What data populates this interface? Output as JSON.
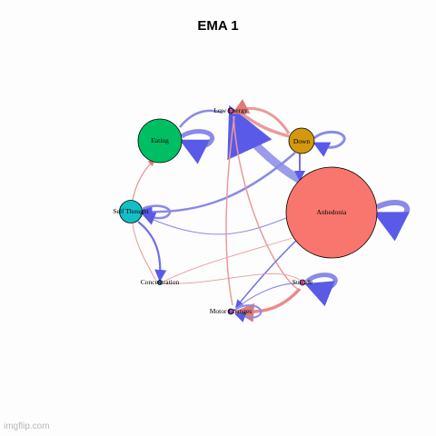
{
  "title": "EMA 1",
  "watermark": "imgflip.com",
  "colors": {
    "positive_edge": "#e88a8a",
    "negative_edge": "#6f6fe6",
    "eating": "#00bf63",
    "down": "#d4980e",
    "self_thought": "#13bfc7",
    "anhedonia": "#f8766d",
    "small_node": "#a050c0"
  },
  "nodes": [
    {
      "id": "eating",
      "label": "Eating",
      "color": "#00bf63"
    },
    {
      "id": "low_energy",
      "label": "Low Energy",
      "color": "#d65ab8"
    },
    {
      "id": "down",
      "label": "Down",
      "color": "#d4980e"
    },
    {
      "id": "self_thought",
      "label": "Self Thought",
      "color": "#13bfc7"
    },
    {
      "id": "anhedonia",
      "label": "Anhedonia",
      "color": "#f8766d"
    },
    {
      "id": "concentration",
      "label": "Concentration",
      "color": "#3a78c9"
    },
    {
      "id": "suicide",
      "label": "Suicide",
      "color": "#e25bb0"
    },
    {
      "id": "motor_changes",
      "label": "Motor Changes",
      "color": "#a050c0"
    }
  ]
}
